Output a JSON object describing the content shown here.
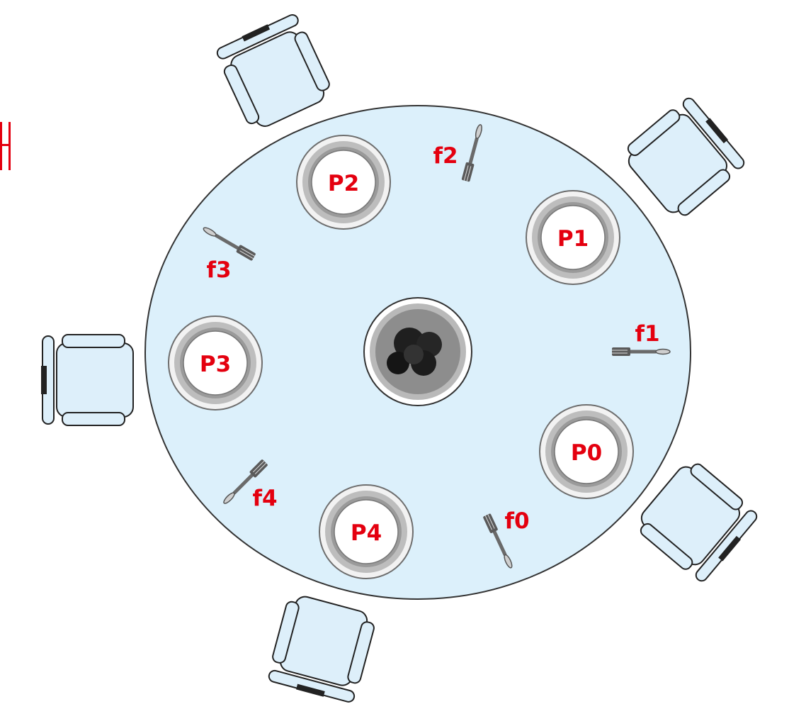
{
  "colors": {
    "table_fill": "#dcf0fb",
    "label": "#e4000f",
    "chair_fill": "#ddeffa",
    "plate_rim": "#bdbdbd"
  },
  "philosophers": [
    "P0",
    "P1",
    "P2",
    "P3",
    "P4"
  ],
  "forks": [
    "f0",
    "f1",
    "f2",
    "f3",
    "f4"
  ],
  "icons": {
    "chair": "chair-icon",
    "plate": "plate-icon",
    "fork": "fork-icon",
    "rice_bowl": "rice-bowl-icon"
  }
}
